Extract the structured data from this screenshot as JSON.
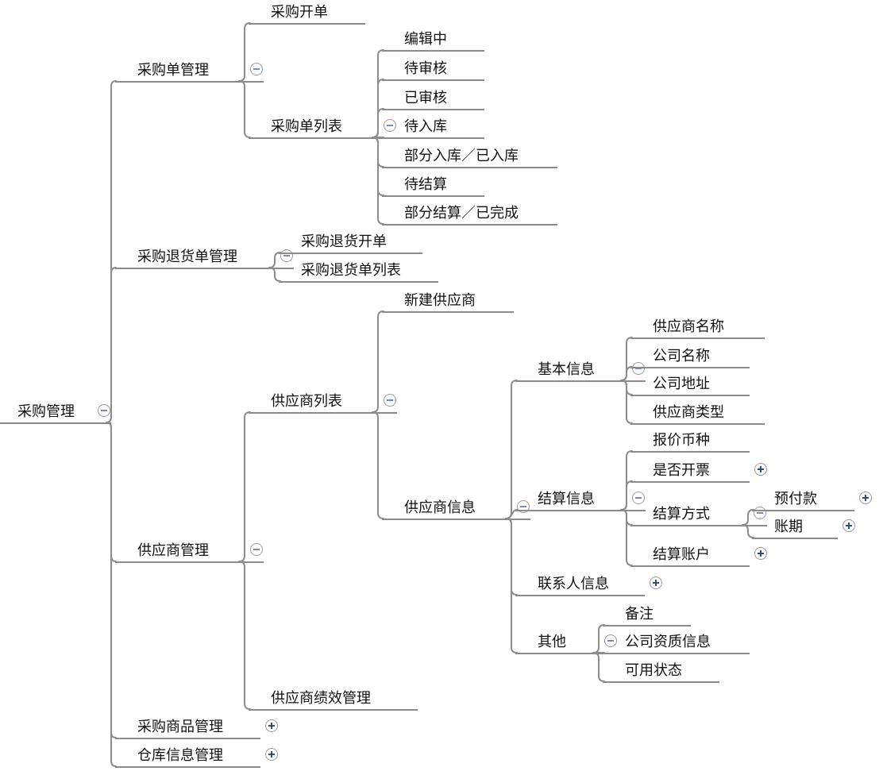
{
  "theme": {
    "line_color": "#8c8c8c",
    "text_color": "#111111",
    "collapse_sign_color": "#7d87c4",
    "expand_sign_color": "#2e4d7b"
  },
  "mindmap": {
    "root": {
      "label": "采购管理",
      "state": "expanded",
      "children": [
        {
          "label": "采购单管理",
          "state": "expanded",
          "children": [
            {
              "label": "采购开单"
            },
            {
              "label": "采购单列表",
              "state": "expanded",
              "children": [
                {
                  "label": "编辑中"
                },
                {
                  "label": "待审核"
                },
                {
                  "label": "已审核"
                },
                {
                  "label": "待入库"
                },
                {
                  "label": "部分入库／已入库"
                },
                {
                  "label": "待结算"
                },
                {
                  "label": "部分结算／已完成"
                }
              ]
            }
          ]
        },
        {
          "label": "采购退货单管理",
          "state": "expanded",
          "children": [
            {
              "label": "采购退货开单"
            },
            {
              "label": "采购退货单列表"
            }
          ]
        },
        {
          "label": "供应商管理",
          "state": "expanded",
          "children": [
            {
              "label": "供应商列表",
              "state": "expanded",
              "children": [
                {
                  "label": "新建供应商"
                },
                {
                  "label": "供应商信息",
                  "state": "expanded",
                  "children": [
                    {
                      "label": "基本信息",
                      "state": "expanded",
                      "children": [
                        {
                          "label": "供应商名称"
                        },
                        {
                          "label": "公司名称"
                        },
                        {
                          "label": "公司地址"
                        },
                        {
                          "label": "供应商类型"
                        }
                      ]
                    },
                    {
                      "label": "结算信息",
                      "state": "expanded",
                      "children": [
                        {
                          "label": "报价币种"
                        },
                        {
                          "label": "是否开票",
                          "state": "collapsed"
                        },
                        {
                          "label": "结算方式",
                          "state": "expanded",
                          "children": [
                            {
                              "label": "预付款",
                              "state": "collapsed"
                            },
                            {
                              "label": "账期",
                              "state": "collapsed"
                            }
                          ]
                        },
                        {
                          "label": "结算账户",
                          "state": "collapsed"
                        }
                      ]
                    },
                    {
                      "label": "联系人信息",
                      "state": "collapsed"
                    },
                    {
                      "label": "其他",
                      "state": "expanded",
                      "children": [
                        {
                          "label": "备注"
                        },
                        {
                          "label": "公司资质信息"
                        },
                        {
                          "label": "可用状态"
                        }
                      ]
                    }
                  ]
                }
              ]
            },
            {
              "label": "供应商绩效管理"
            }
          ]
        },
        {
          "label": "采购商品管理",
          "state": "collapsed"
        },
        {
          "label": "仓库信息管理",
          "state": "collapsed"
        }
      ]
    }
  }
}
